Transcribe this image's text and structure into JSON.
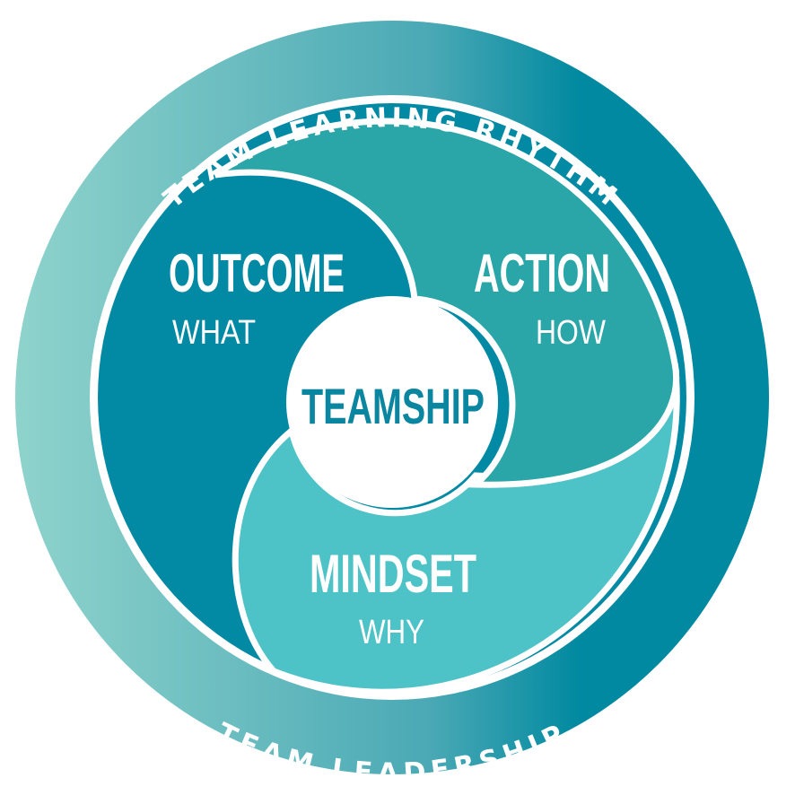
{
  "outer_ring": {
    "top_label": "TEAM LEARNING RHYTHM",
    "bottom_label": "TEAM LEADERSHIP"
  },
  "segments": {
    "outcome": {
      "title": "OUTCOME",
      "subtitle": "WHAT"
    },
    "action": {
      "title": "ACTION",
      "subtitle": "HOW"
    },
    "mindset": {
      "title": "MINDSET",
      "subtitle": "WHY"
    }
  },
  "center": {
    "label": "TEAMSHIP"
  },
  "colors": {
    "ring_light": "#8fd3cc",
    "ring_dark": "#0089a0",
    "outcome": "#028aa4",
    "action": "#2aa6a8",
    "mindset": "#4dc3c8",
    "center_text": "#0a86a0"
  }
}
